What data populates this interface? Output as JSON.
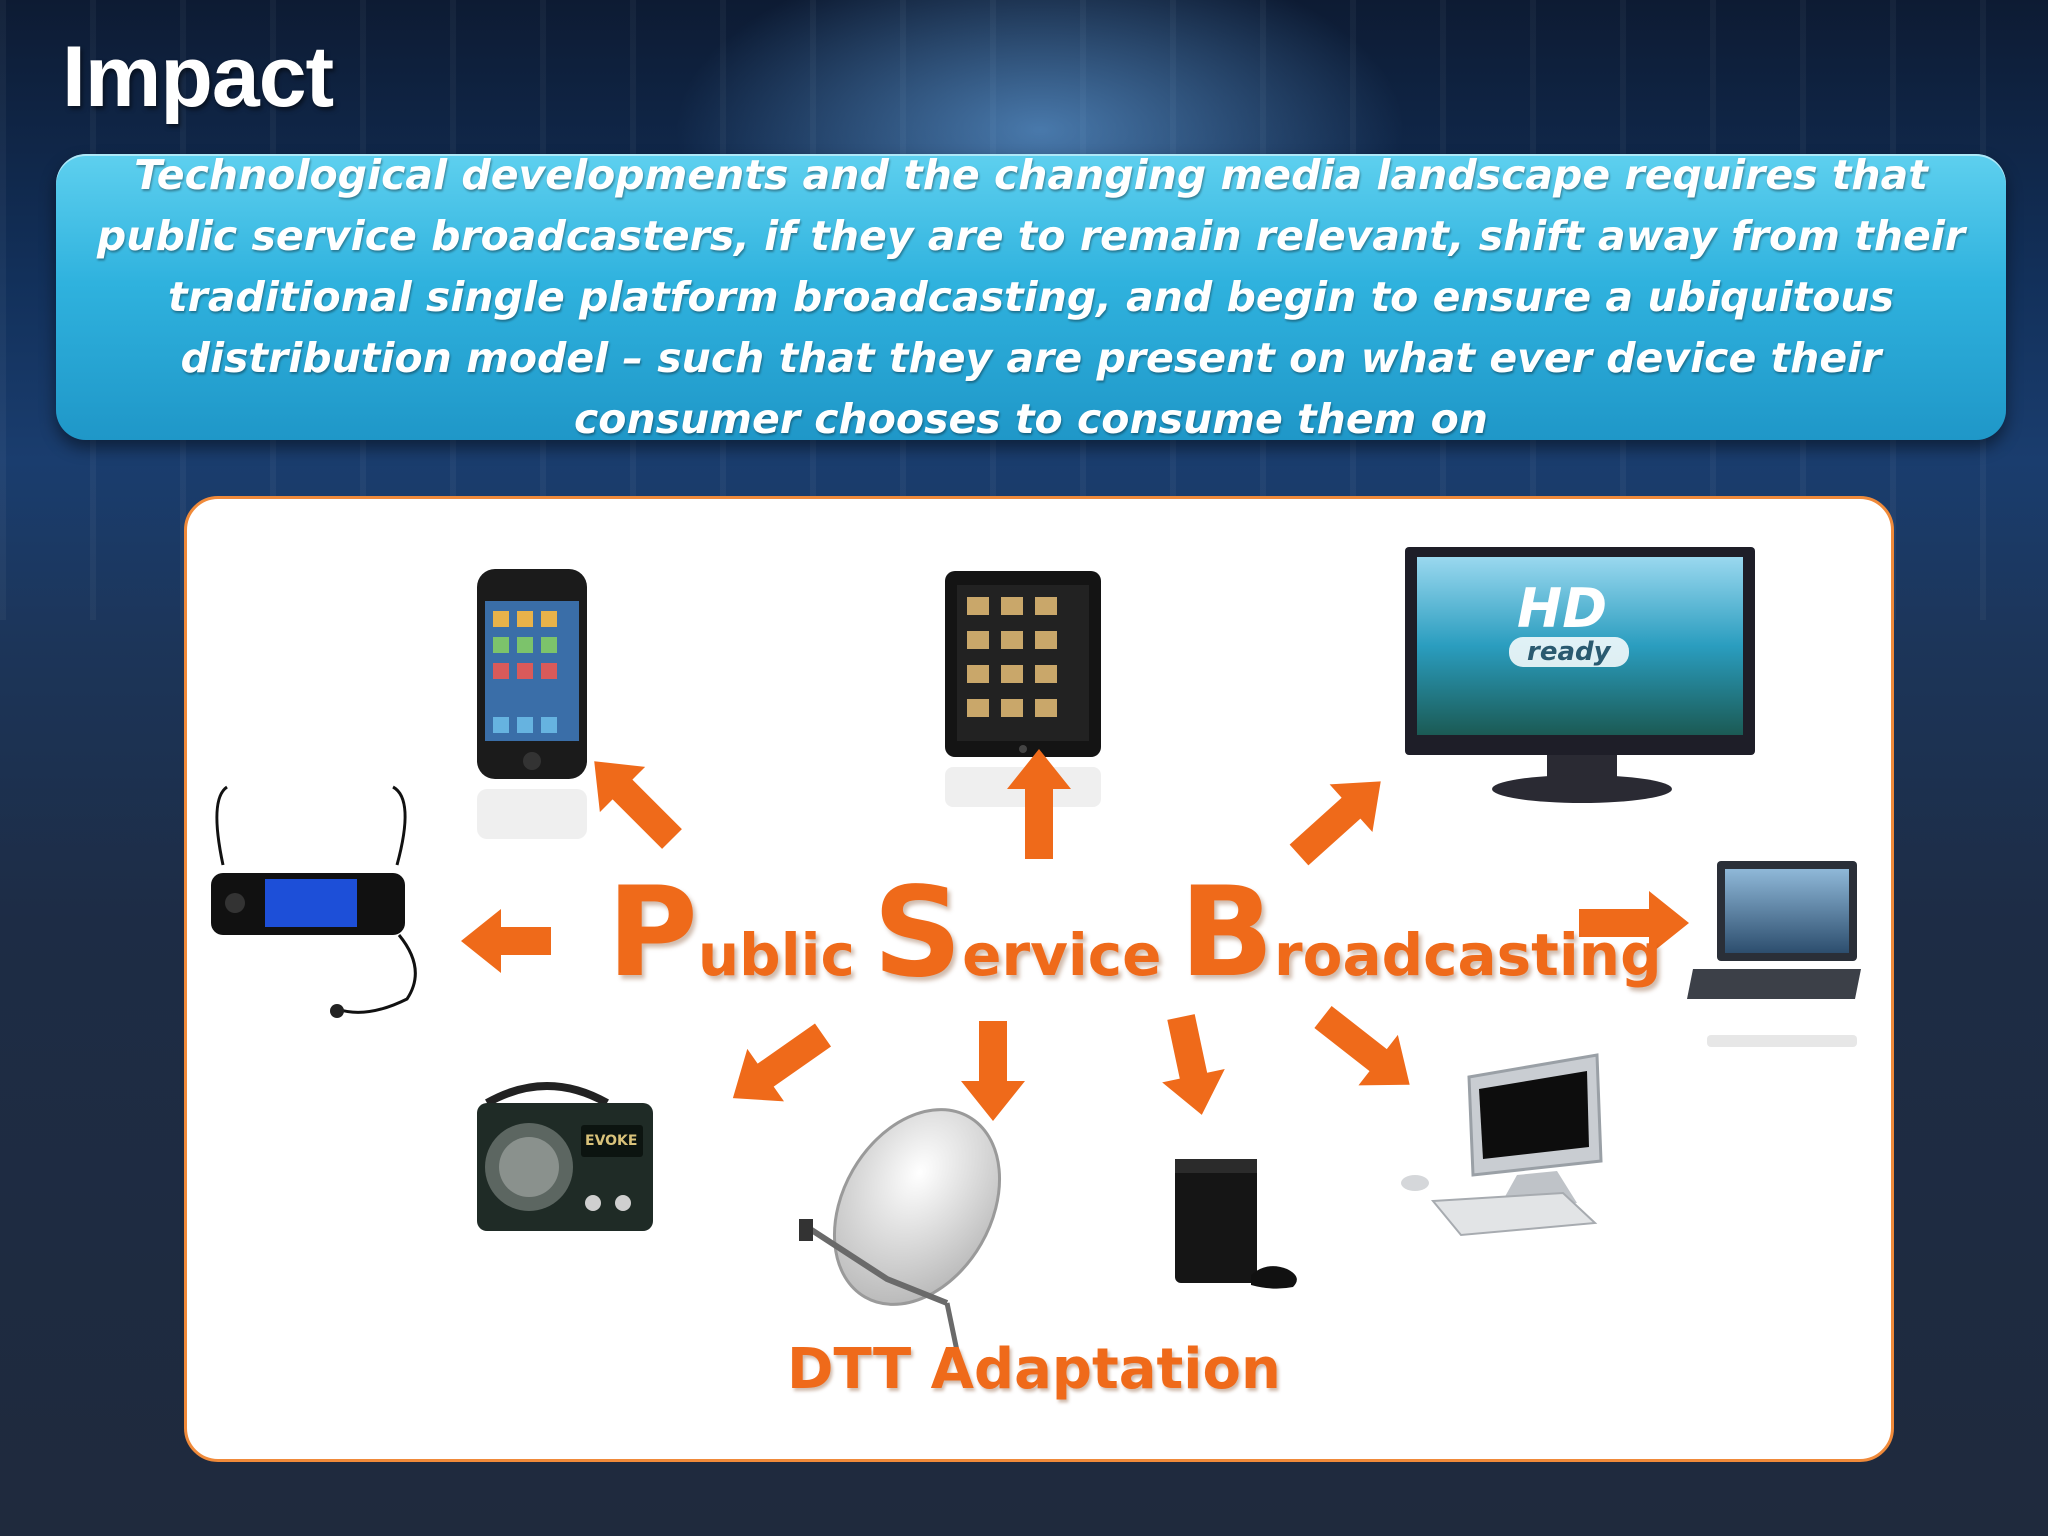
{
  "slide": {
    "title": "Impact",
    "callout_text": "Technological developments and the changing media landscape requires that public service broadcasters, if they are to remain relevant, shift away from their traditional single platform broadcasting, and begin to ensure a ubiquitous distribution model – such that they are present on what ever device their consumer chooses to consume them on"
  },
  "diagram": {
    "center_label": {
      "p_initial": "P",
      "p_rest": "ublic",
      "s_initial": "S",
      "s_rest": "ervice",
      "b_initial": "B",
      "b_rest": "roadcasting"
    },
    "bottom_label": "DTT Adaptation",
    "tv_badge_top": "HD",
    "tv_badge_bottom": "ready",
    "radio_label": "EVOKE",
    "accent_color": "#ef6a1a",
    "devices": [
      "smartphone-icon",
      "tablet-icon",
      "hd-tv-icon",
      "media-player-icon",
      "laptop-icon",
      "digital-radio-icon",
      "satellite-dish-icon",
      "game-console-icon",
      "desktop-computer-icon"
    ]
  }
}
